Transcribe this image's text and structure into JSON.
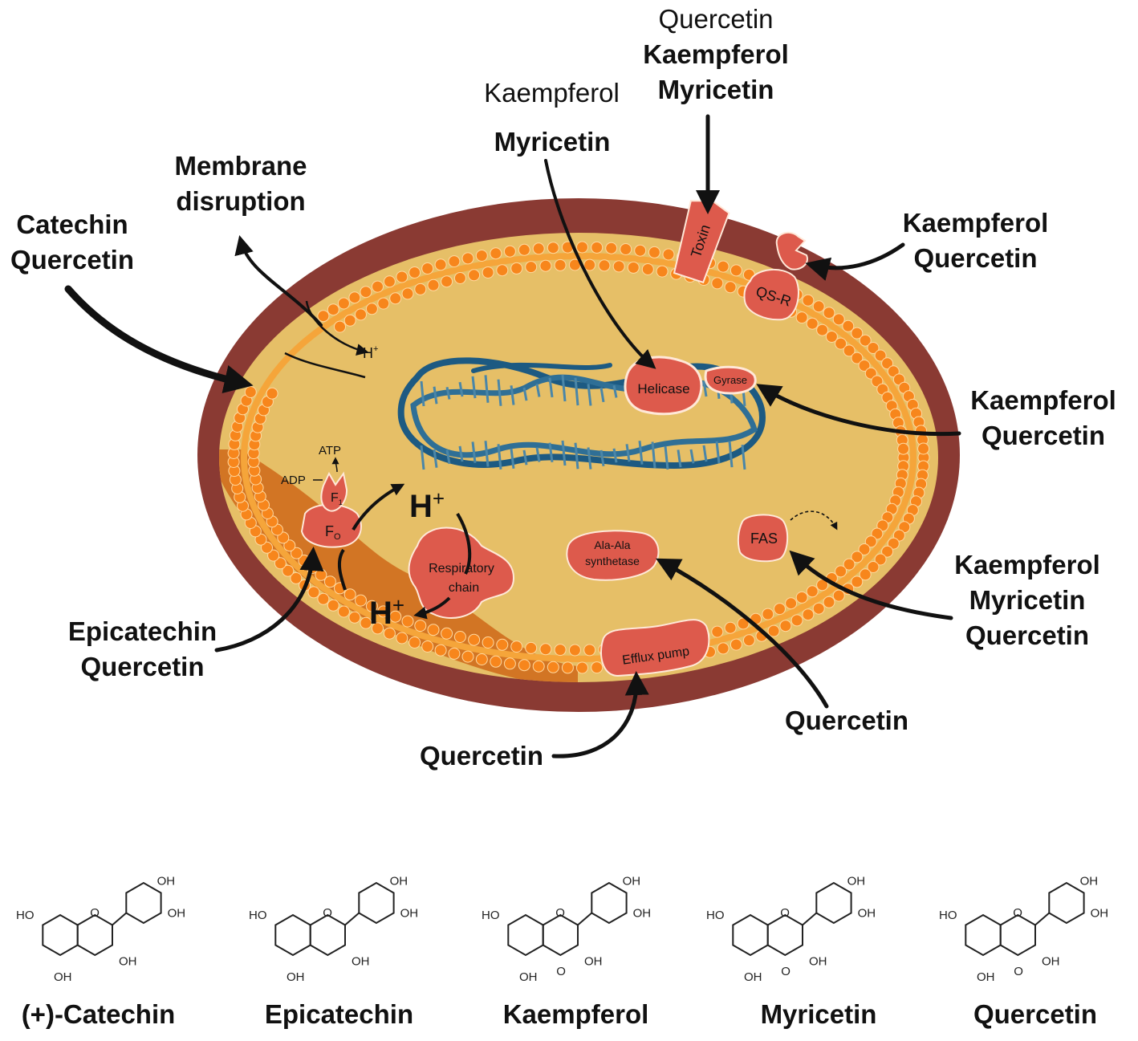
{
  "cell": {
    "membrane_disruption": [
      "Membrane",
      "disruption"
    ],
    "proton_small": "H",
    "proton_big": "H",
    "plus": "+",
    "enzymes": {
      "helicase": "Helicase",
      "gyrase": "Gyrase",
      "toxin": "Toxin",
      "qsr": "QS-R",
      "atp": "ATP",
      "adp": "ADP",
      "f1": "F",
      "f1_sub": "1",
      "fo": "F",
      "fo_sub": "O",
      "respiratory": [
        "Respiratory",
        "chain"
      ],
      "alaala": [
        "Ala-Ala",
        "synthetase"
      ],
      "fas": "FAS",
      "efflux": "Efflux pump"
    }
  },
  "labels": {
    "catechin_quercetin": [
      "Catechin",
      "Quercetin"
    ],
    "top_kaempferol": "Kaempferol",
    "top_myricetin": "Myricetin",
    "toxin_group": [
      "Quercetin",
      "Kaempferol",
      "Myricetin"
    ],
    "qsr_group": [
      "Kaempferol",
      "Quercetin"
    ],
    "gyrase_group": [
      "Kaempferol",
      "Quercetin"
    ],
    "fas_group": [
      "Kaempferol",
      "Myricetin",
      "Quercetin"
    ],
    "ala_group": "Quercetin",
    "efflux_group": "Quercetin",
    "atp_group": [
      "Epicatechin",
      "Quercetin"
    ]
  },
  "compounds": {
    "names": [
      "(+)-Catechin",
      "Epicatechin",
      "Kaempferol",
      "Myricetin",
      "Quercetin"
    ],
    "atoms": {
      "oh": "OH",
      "ho": "HO",
      "o": "O"
    }
  }
}
